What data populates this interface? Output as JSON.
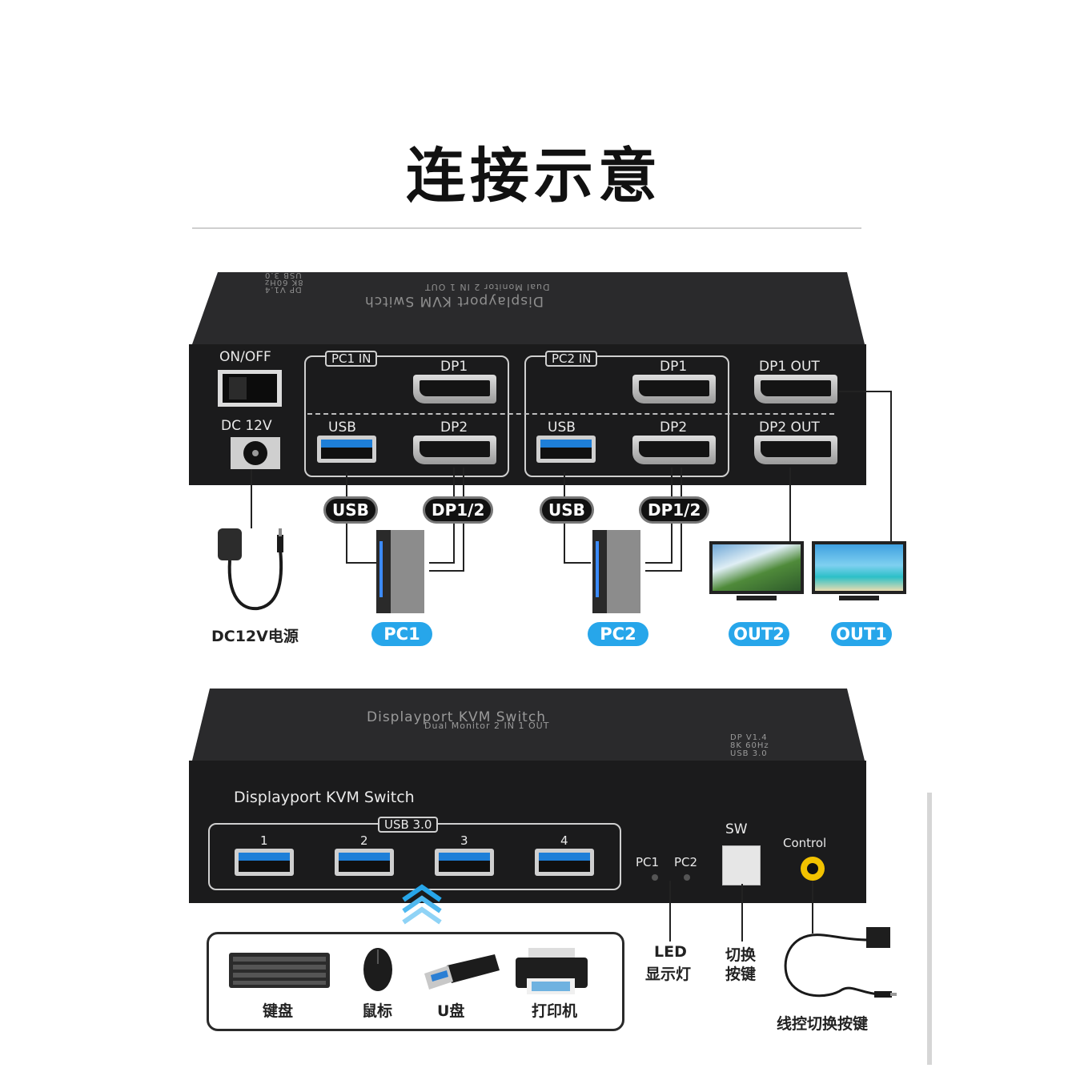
{
  "title": "连接示意",
  "device1": {
    "top_lines": [
      "Displayport KVM Switch",
      "Dual Monitor 2 IN 1 OUT"
    ],
    "spec_lines": [
      "DP V1.4",
      "8K 60Hz",
      "USB 3.0"
    ],
    "on_off": "ON/OFF",
    "dc": "DC 12V",
    "pc1_in": "PC1 IN",
    "pc2_in": "PC2 IN",
    "dp1": "DP1",
    "dp2": "DP2",
    "usb": "USB",
    "dp1_out": "DP1 OUT",
    "dp2_out": "DP2 OUT"
  },
  "connectors": {
    "usb": "USB",
    "dp12": "DP1/2"
  },
  "captions": {
    "power": "DC12V电源",
    "pc1": "PC1",
    "pc2": "PC2",
    "out2": "OUT2",
    "out1": "OUT1"
  },
  "device2": {
    "top_lines": [
      "Displayport KVM Switch",
      "Dual Monitor 2 IN 1 OUT"
    ],
    "spec_lines": [
      "DP V1.4",
      "8K 60Hz",
      "USB 3.0"
    ],
    "front_title": "Displayport KVM Switch",
    "usb_tag": "USB 3.0",
    "ports": [
      "1",
      "2",
      "3",
      "4"
    ],
    "pc1": "PC1",
    "pc2": "PC2",
    "sw": "SW",
    "control": "Control"
  },
  "peripherals": [
    "键盘",
    "鼠标",
    "U盘",
    "打印机"
  ],
  "bottom_captions": {
    "led_1": "LED",
    "led_2": "显示灯",
    "switch_1": "切换",
    "switch_2": "按键",
    "wired": "线控切换按键"
  },
  "colors": {
    "accent_blue": "#27a6ea",
    "device": "#1b1b1c",
    "usb_blue": "#1e7fd8"
  }
}
